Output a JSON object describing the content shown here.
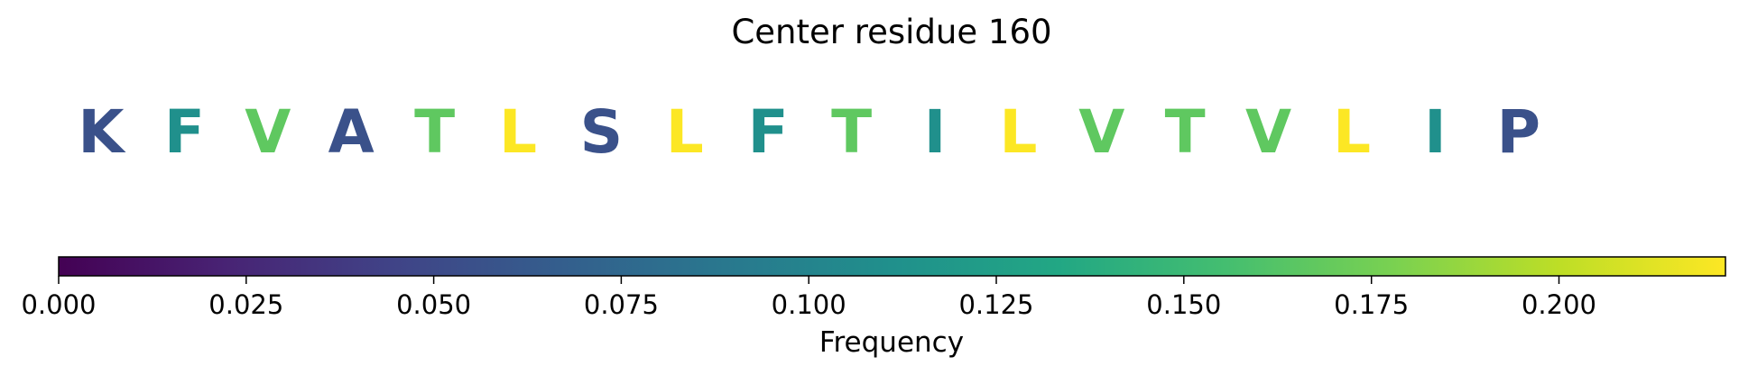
{
  "chart_data": {
    "type": "sequence-frequency",
    "title": "Center residue 160",
    "colormap": "viridis",
    "colorbar": {
      "label": "Frequency",
      "vmin": 0.0,
      "vmax": 0.2222,
      "ticks": [
        0.0,
        0.025,
        0.05,
        0.075,
        0.1,
        0.125,
        0.15,
        0.175,
        0.2
      ],
      "tick_labels": [
        "0.000",
        "0.025",
        "0.050",
        "0.075",
        "0.100",
        "0.125",
        "0.150",
        "0.175",
        "0.200"
      ]
    },
    "residues": [
      {
        "letter": "K",
        "frequency": 0.056
      },
      {
        "letter": "F",
        "frequency": 0.111
      },
      {
        "letter": "V",
        "frequency": 0.167
      },
      {
        "letter": "A",
        "frequency": 0.056
      },
      {
        "letter": "T",
        "frequency": 0.167
      },
      {
        "letter": "L",
        "frequency": 0.222
      },
      {
        "letter": "S",
        "frequency": 0.056
      },
      {
        "letter": "L",
        "frequency": 0.222
      },
      {
        "letter": "F",
        "frequency": 0.111
      },
      {
        "letter": "T",
        "frequency": 0.167
      },
      {
        "letter": "I",
        "frequency": 0.111
      },
      {
        "letter": "L",
        "frequency": 0.222
      },
      {
        "letter": "V",
        "frequency": 0.167
      },
      {
        "letter": "T",
        "frequency": 0.167
      },
      {
        "letter": "V",
        "frequency": 0.167
      },
      {
        "letter": "L",
        "frequency": 0.222
      },
      {
        "letter": "I",
        "frequency": 0.111
      },
      {
        "letter": "P",
        "frequency": 0.056
      }
    ]
  }
}
